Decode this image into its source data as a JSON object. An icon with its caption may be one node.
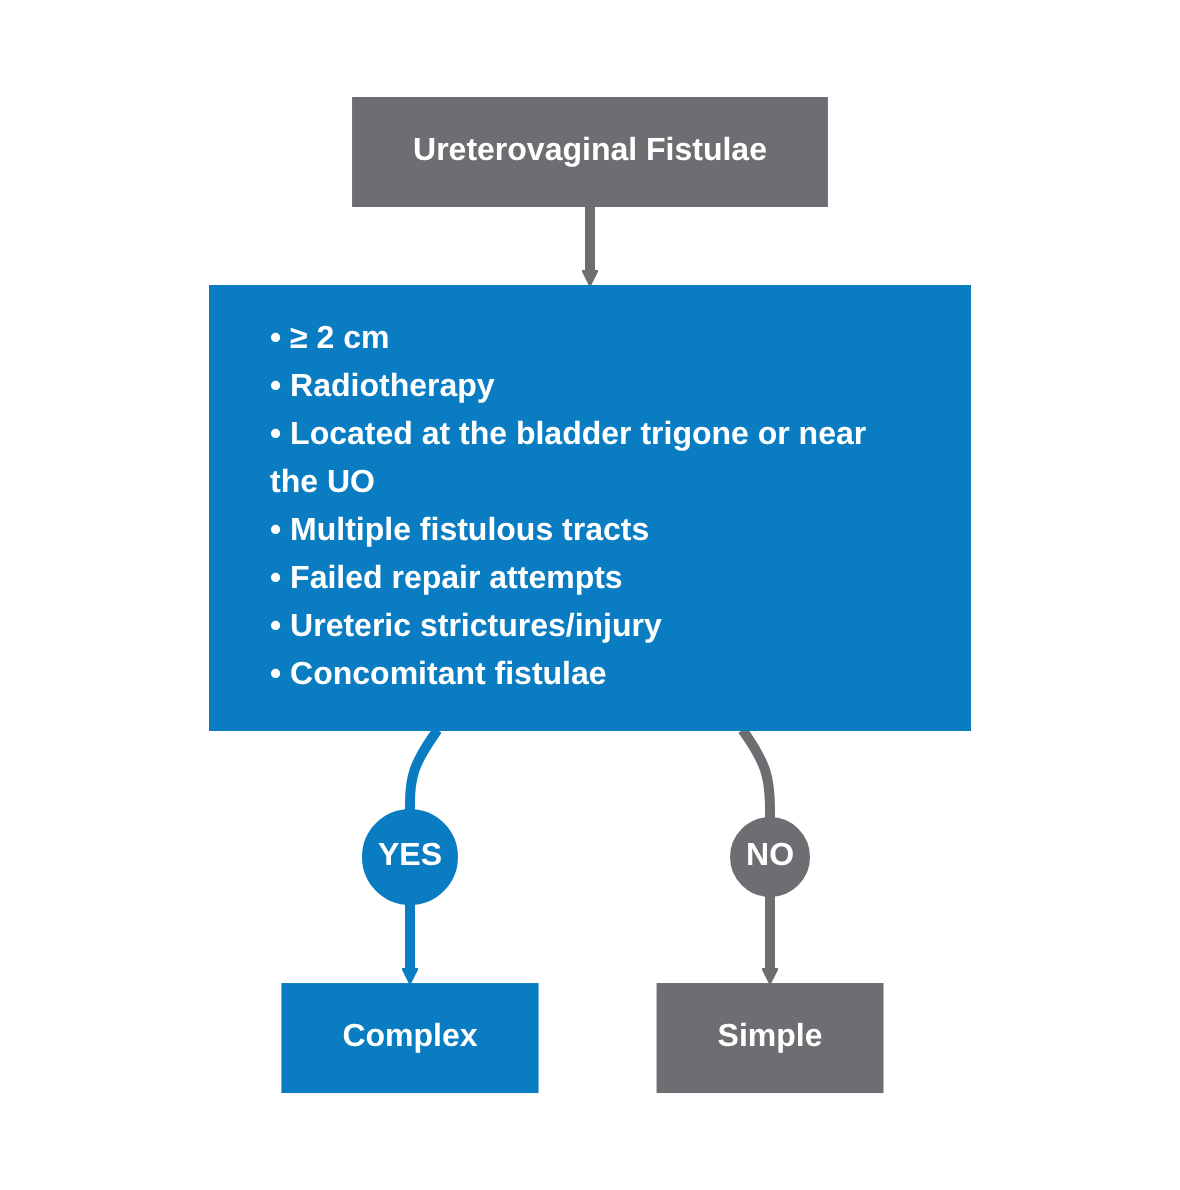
{
  "diagram": {
    "nodes": [
      {
        "text": [
          "Ureterovaginal Fistulae"
        ]
      },
      {
        "text": [
          "• ≥ 2 cm",
          "• Radiotherapy",
          "• Located at the bladder trigone or near the UO",
          "• Multiple fistulous tracts",
          "• Failed repair attempts",
          "• Ureteric strictures/injury",
          "• Concomitant fistulae"
        ]
      },
      {
        "text": [
          "YES"
        ]
      },
      {
        "text": [
          "NO"
        ]
      },
      {
        "text": [
          "Complex"
        ]
      },
      {
        "text": [
          "Simple"
        ]
      }
    ],
    "edges": [
      {
        "from": 0,
        "to": 1,
        "arrow": "to"
      },
      {
        "from": 1,
        "to": 2,
        "arrow": "none",
        "color": "#0a7dc2"
      },
      {
        "from": 1,
        "to": 3,
        "arrow": "none"
      },
      {
        "from": 2,
        "to": 4,
        "arrow": "to",
        "color": "#0a7dc2"
      },
      {
        "from": 3,
        "to": 5,
        "arrow": "to"
      }
    ]
  }
}
